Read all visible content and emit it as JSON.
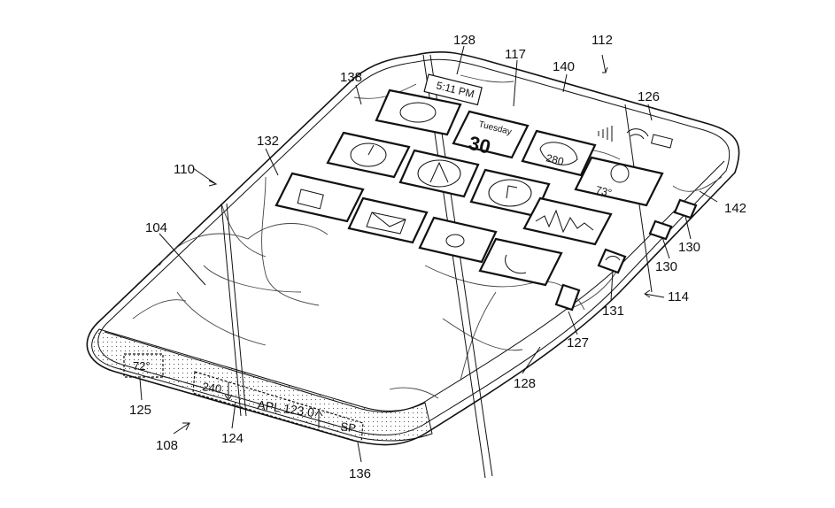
{
  "figure": {
    "reference_numerals": {
      "r128_top": "128",
      "r117": "117",
      "r112": "112",
      "r140": "140",
      "r138": "138",
      "r126": "126",
      "r132": "132",
      "r110": "110",
      "r142": "142",
      "r104": "104",
      "r130_a": "130",
      "r130_b": "130",
      "r114": "114",
      "r131": "131",
      "r127": "127",
      "r128_bottom": "128",
      "r125": "125",
      "r124": "124",
      "r108": "108",
      "r136": "136"
    },
    "status_bar": {
      "time": "5:11 PM"
    },
    "calendar_icon": {
      "day": "Tuesday",
      "date": "30"
    },
    "highway_icon": {
      "number": "280"
    },
    "weather_icon": {
      "temp": "73°"
    },
    "side_display": {
      "temperature": "72°",
      "stock_left_value": "240",
      "ticker": "APL 123.0",
      "right_label": "SP"
    }
  }
}
